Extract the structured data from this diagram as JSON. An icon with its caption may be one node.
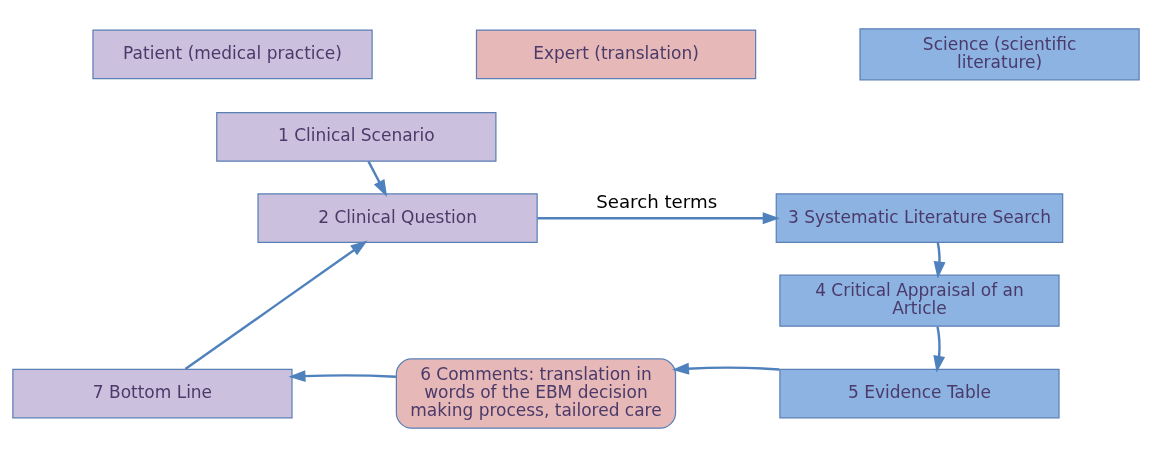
{
  "diagram": {
    "nodes": [
      {
        "text": [
          "Patient (medical practice)"
        ]
      },
      {
        "text": [
          "Expert (translation)"
        ]
      },
      {
        "text": [
          "Science (scientific literature)"
        ]
      },
      {
        "text": [
          "1 Clinical Scenario"
        ]
      },
      {
        "text": [
          "2 Clinical Question"
        ]
      },
      {
        "text": [
          "3 Systematic Literature Search"
        ]
      },
      {
        "text": [
          "4 Critical Appraisal of an Article"
        ]
      },
      {
        "text": [
          "5 Evidence Table"
        ]
      },
      {
        "text": [
          "6 Comments: translation in words of the EBM decision making process, tailored care"
        ]
      },
      {
        "text": [
          "7 Bottom Line"
        ]
      }
    ],
    "edges": [
      {
        "from": 3,
        "to": 4,
        "arrow": "to"
      },
      {
        "from": 4,
        "to": 5,
        "label": "Search terms",
        "arrow": "to"
      },
      {
        "from": 5,
        "to": 6,
        "arrow": "to"
      },
      {
        "from": 6,
        "to": 7,
        "arrow": "to"
      },
      {
        "from": 7,
        "to": 8,
        "arrow": "to"
      },
      {
        "from": 8,
        "to": 9,
        "arrow": "to"
      },
      {
        "from": 9,
        "to": 4,
        "arrow": "to"
      }
    ]
  }
}
